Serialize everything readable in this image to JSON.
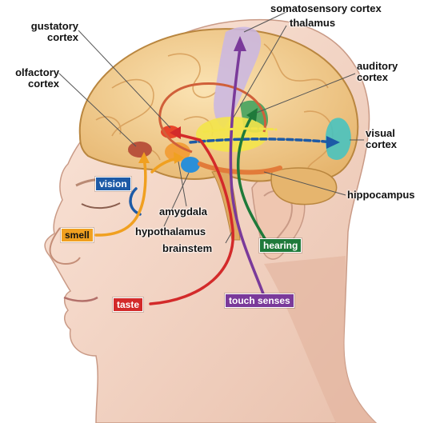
{
  "labels": {
    "somatosensory_cortex": "somatosensory cortex",
    "thalamus": "thalamus",
    "gustatory_cortex_1": "gustatory",
    "gustatory_cortex_2": "cortex",
    "olfactory_cortex_1": "olfactory",
    "olfactory_cortex_2": "cortex",
    "auditory_cortex_1": "auditory",
    "auditory_cortex_2": "cortex",
    "visual_cortex_1": "visual",
    "visual_cortex_2": "cortex",
    "hippocampus": "hippocampus",
    "amygdala": "amygdala",
    "hypothalamus": "hypothalamus",
    "brainstem": "brainstem"
  },
  "senses": {
    "vision": "vision",
    "smell": "smell",
    "hearing": "hearing",
    "taste": "taste",
    "touch": "touch senses"
  },
  "colors": {
    "vision": "#1d5aa6",
    "smell": "#f0a020",
    "hearing": "#1f7a3a",
    "taste": "#d32a2a",
    "touch": "#7a3a9a",
    "skin": "#f3d6c6",
    "brain": "#f2cc8e"
  }
}
